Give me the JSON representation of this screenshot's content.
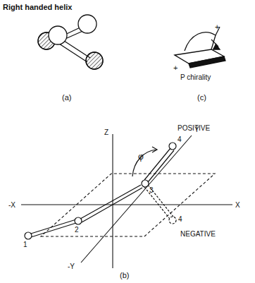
{
  "diagram": {
    "title": "Right handed helix",
    "labels": [
      "(a)",
      "+",
      "+",
      "P chirality",
      "(c)",
      "Z",
      "-X",
      "X",
      "Y",
      "-Y",
      "POSITIVE",
      "NEGATIVE",
      "4",
      "4",
      "3",
      "φ",
      "1",
      "2",
      "(b)"
    ]
  }
}
